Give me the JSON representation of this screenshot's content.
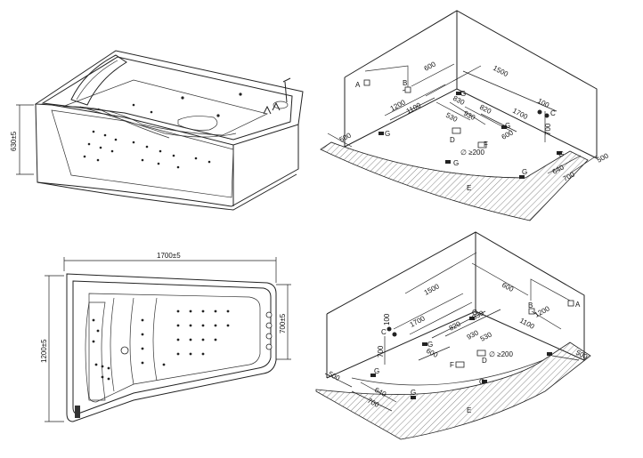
{
  "views": {
    "perspective": {
      "height_label": "630±5"
    },
    "top": {
      "length_label": "1700±5",
      "width_label": "1200±5",
      "narrow_label": "700±5"
    },
    "install_right": {
      "dims": [
        "600",
        "1500",
        "100",
        "1200",
        "1100",
        "830",
        "820",
        "1700",
        "530",
        "930",
        "600",
        "700",
        "500",
        "640",
        "700",
        "500"
      ],
      "letters": [
        "A",
        "B",
        "C",
        "D",
        "E",
        "F",
        "G",
        "G",
        "G",
        "G",
        "G",
        "G"
      ],
      "pipe_label": "∅ ≥200"
    },
    "install_left": {
      "dims": [
        "1500",
        "600",
        "100",
        "1200",
        "1700",
        "1100",
        "820",
        "830",
        "930",
        "530",
        "700",
        "600",
        "500",
        "640",
        "700",
        "500"
      ],
      "letters": [
        "A",
        "B",
        "C",
        "D",
        "E",
        "F",
        "G",
        "G",
        "G",
        "G",
        "G"
      ],
      "pipe_label": "∅ ≥200"
    }
  },
  "colors": {
    "line": "#222222",
    "hatch": "#555555",
    "background": "#ffffff"
  }
}
